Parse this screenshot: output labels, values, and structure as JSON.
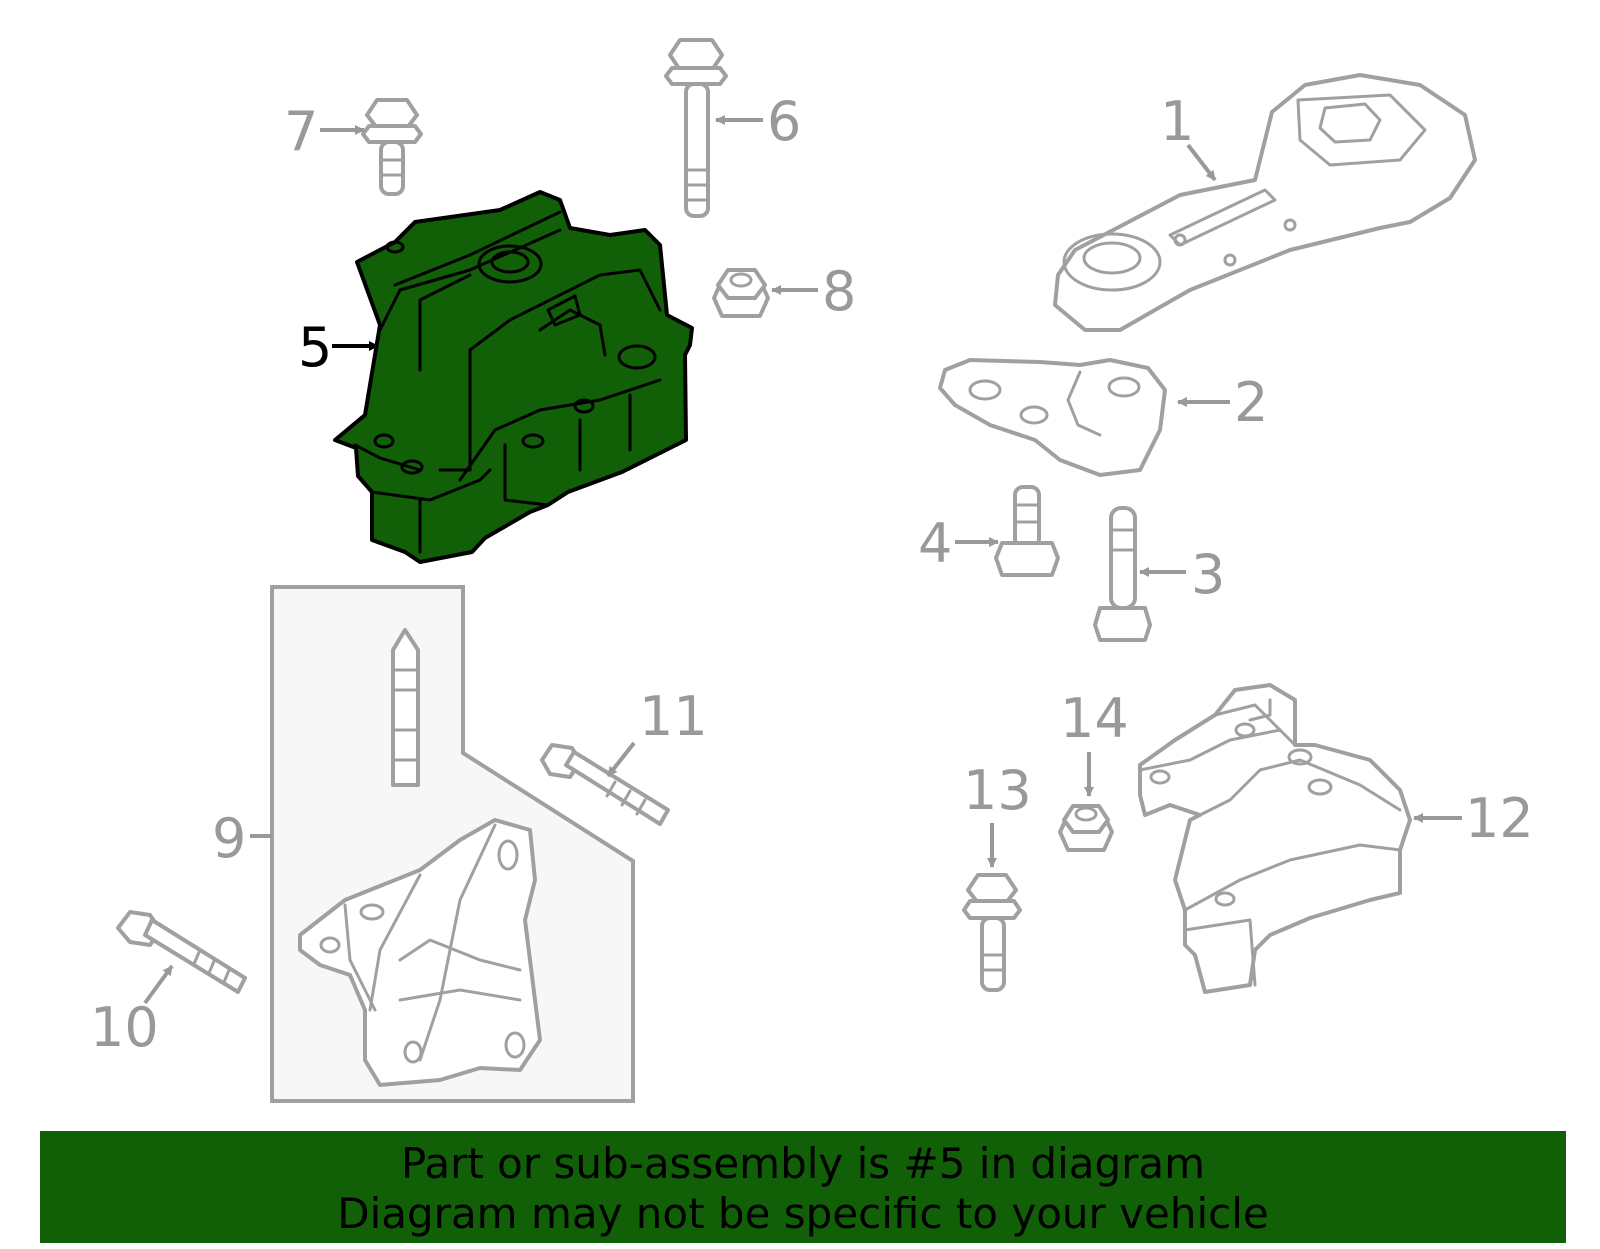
{
  "colors": {
    "highlight_fill": "#116008",
    "banner_background": "#116008",
    "line_gray": "#a0a0a0",
    "callout_gray": "#999999",
    "active_callout": "#000000",
    "group_box_fill": "#f7f7f7"
  },
  "highlighted_part": "5",
  "callouts": {
    "c1": "1",
    "c2": "2",
    "c3": "3",
    "c4": "4",
    "c5": "5",
    "c6": "6",
    "c7": "7",
    "c8": "8",
    "c9": "9",
    "c10": "10",
    "c11": "11",
    "c12": "12",
    "c13": "13",
    "c14": "14"
  },
  "banner": {
    "line1": "Part or sub-assembly is #5 in diagram",
    "line2": "Diagram may not be specific to your vehicle"
  }
}
